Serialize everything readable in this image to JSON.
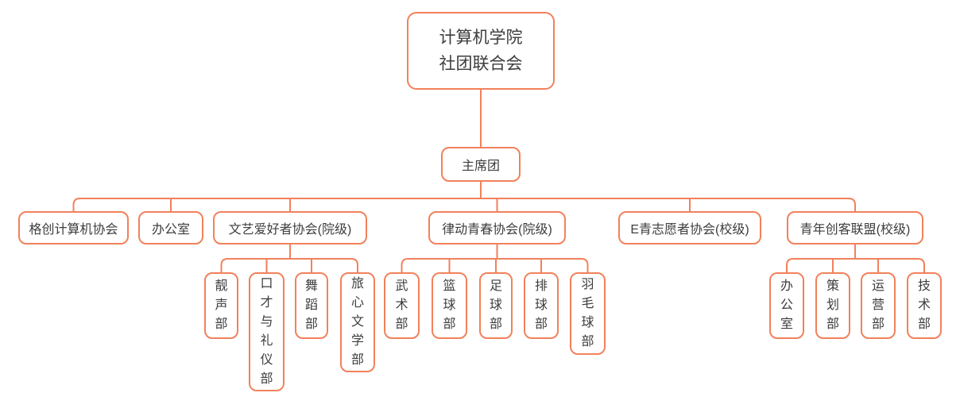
{
  "colors": {
    "accent": "#F2815B",
    "text": "#3D3D3D",
    "node_fill": "#FFFFFF"
  },
  "org": {
    "root": {
      "line1": "计算机学院",
      "line2": "社团联合会"
    },
    "presidium": {
      "label": "主席团"
    },
    "branches": [
      {
        "label": "格创计算机协会",
        "children": []
      },
      {
        "label": "办公室",
        "children": []
      },
      {
        "label": "文艺爱好者协会(院级)",
        "children": [
          {
            "label": "靓声部"
          },
          {
            "label": "口才与礼仪部"
          },
          {
            "label": "舞蹈部"
          },
          {
            "label": "旅心文学部"
          }
        ]
      },
      {
        "label": "律动青春协会(院级)",
        "children": [
          {
            "label": "武术部"
          },
          {
            "label": "篮球部"
          },
          {
            "label": "足球部"
          },
          {
            "label": "排球部"
          },
          {
            "label": "羽毛球部"
          }
        ]
      },
      {
        "label": "E青志愿者协会(校级)",
        "children": []
      },
      {
        "label": "青年创客联盟(校级)",
        "children": [
          {
            "label": "办公室"
          },
          {
            "label": "策划部"
          },
          {
            "label": "运营部"
          },
          {
            "label": "技术部"
          }
        ]
      }
    ]
  }
}
